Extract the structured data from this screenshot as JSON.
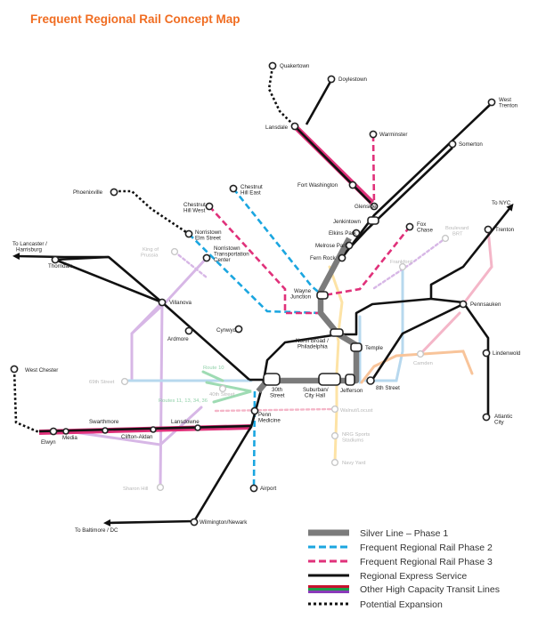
{
  "title": "Frequent Regional Rail Concept Map",
  "colors": {
    "title": "#f06d22",
    "silver": "#7b7b7b",
    "phase2": "#1ba6e0",
    "phase3": "#e0317a",
    "express": "#111111",
    "other_red": "#c8102e",
    "other_green": "#1e9e4a",
    "other_purple": "#8a3ab9",
    "faint_pink": "#f4b6c8",
    "faint_green": "#9edbb3",
    "faint_blue": "#b7d8ee",
    "faint_purple": "#d7b7e6",
    "faint_orange": "#f8c49a",
    "faint_yellow": "#fde3a6"
  },
  "legend": [
    {
      "key": "silver",
      "label": "Silver Line – Phase 1"
    },
    {
      "key": "phase2",
      "label": "Frequent Regional Rail Phase 2"
    },
    {
      "key": "phase3",
      "label": "Frequent Regional Rail Phase 3"
    },
    {
      "key": "express",
      "label": "Regional Express Service"
    },
    {
      "key": "other",
      "label": "Other High Capacity Transit Lines"
    },
    {
      "key": "expansion",
      "label": "Potential Expansion"
    }
  ],
  "stations": {
    "quakertown": "Quakertown",
    "doylestown": "Doylestown",
    "west_trenton": "West Trenton",
    "lansdale": "Lansdale",
    "warminster": "Warminster",
    "somerton": "Somerton",
    "fort_washington": "Fort Washington",
    "glenside": "Glenside",
    "jenkintown": "Jenkintown",
    "elkins_park": "Elkins Park",
    "melrose_park": "Melrose Park",
    "fox_chase": "Fox Chase",
    "boulevard_brt": "Boulevard BRT",
    "to_nyc": "To NYC",
    "trenton": "Trenton",
    "phoenixville": "Phoenixville",
    "chestnut_hill_east": "Chestnut Hill East",
    "chestnut_hill_west": "Chestnut Hill West",
    "norristown_elm": "Norristown Elm Street",
    "norristown_tc": "Norristown Transportation Center",
    "king_of_prussia": "King of Prussia",
    "to_lancaster": "To Lancaster / Harrisburg",
    "thorndale": "Thorndale",
    "fern_rock": "Fern Rock",
    "frankford": "Frankford",
    "wayne_junction": "Wayne Junction",
    "villanova": "Villanova",
    "ardmore": "Ardmore",
    "cynwyd": "Cynwyd",
    "north_broad": "North Broad / Philadelphia",
    "temple": "Temple",
    "pennsauken": "Pennsauken",
    "lindenwold": "Lindenwold",
    "atlantic_city": "Atlantic City",
    "camden": "Camden",
    "route_10": "Route 10",
    "west_chester": "West Chester",
    "sixty_ninth": "69th Street",
    "thirtieth": "30th Street",
    "suburban": "Suburban/ City Hall",
    "jefferson": "Jefferson",
    "eighth_street": "8th Street",
    "routes_trolley": "Routes 11, 13, 34, 36",
    "fortieth": "40th Street",
    "penn_medicine": "Penn Medicine",
    "walnut_locust": "Walnut/Locust",
    "nrg_sports": "NRG Sports Stadiums",
    "navy_yard": "Navy Yard",
    "swarthmore": "Swarthmore",
    "lansdowne": "Lansdowne",
    "elwyn": "Elwyn",
    "media": "Media",
    "clifton_aldan": "Clifton-Aldan",
    "sharon_hill": "Sharon Hill",
    "airport": "Airport",
    "wilmington": "Wilmington/Newark",
    "to_baltimore": "To Baltimore / DC"
  }
}
